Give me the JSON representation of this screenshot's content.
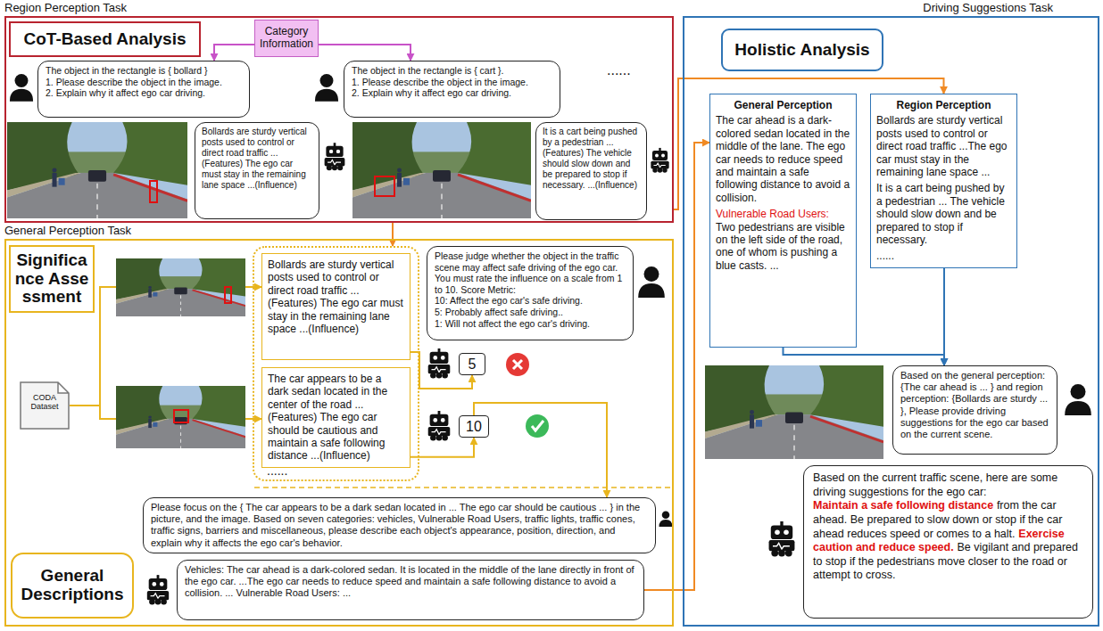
{
  "diagram": {
    "nodes": [
      {
        "text": [
          "Region Perception Task"
        ]
      },
      {
        "text": [
          "CoT-Based Analysis"
        ],
        "in": 0
      },
      {
        "text": [
          "Category Information"
        ],
        "in": 0
      },
      {
        "text": [
          "The object in the rectangle is { bollard }",
          "1. Please describe the object in the image.",
          "2. Explain why it affect ego car driving."
        ],
        "in": 0
      },
      {
        "text": [
          "The object in the rectangle is { cart }.",
          "1. Please describe the object in the image.",
          "2. Explain why it affect ego car driving."
        ],
        "in": 0
      },
      {
        "text": [
          "Bollards are sturdy vertical posts used to control or direct road traffic ...(Features) The ego car must stay in the remaining lane space ...(Influence)"
        ],
        "in": 0
      },
      {
        "text": [
          "It is a cart being pushed by a pedestrian ... (Features) The vehicle should slow down and be prepared to stop if necessary. ...(Influence)"
        ],
        "in": 0
      },
      {
        "text": [
          "General Perception Task"
        ]
      },
      {
        "text": [
          "Significance Assessment"
        ],
        "in": 7
      },
      {
        "text": [
          "CODA Dataset"
        ],
        "in": 7
      },
      {
        "text": [
          "......"
        ],
        "in": 7
      },
      {
        "text": [
          "Bollards are sturdy vertical posts used to control or direct road traffic ...(Features) The ego car must stay in the remaining lane space ...(Influence)"
        ],
        "in": 10
      },
      {
        "text": [
          "The car appears to be a dark sedan located in the center of the road ...(Features) The ego car should be cautious and maintain a safe following distance ...(Influence)"
        ],
        "in": 10
      },
      {
        "text": [
          "Please judge whether the object in the traffic scene may affect safe driving of the ego car. You must rate the influence on a scale from 1 to 10. Score Metric:",
          "10: Affect the ego car's safe driving.",
          "5: Probably affect safe driving..",
          "1: Will not affect the ego car's driving."
        ],
        "in": 7
      },
      {
        "text": [
          "5"
        ],
        "in": 7
      },
      {
        "text": [
          "10"
        ],
        "in": 7
      },
      {
        "text": [
          "General Descriptions"
        ],
        "in": 7
      },
      {
        "text": [
          "Please focus on the { The car appears to be a dark sedan located in ... The ego car should be cautious ... } in the picture, and the image. Based on seven categories: vehicles, Vulnerable Road Users, traffic lights, traffic cones, traffic signs, barriers and miscellaneous, please describe each object's appearance, position, direction, and explain why it affects the ego car's behavior."
        ],
        "in": 7
      },
      {
        "text": [
          "Vehicles: The car ahead is a dark-colored sedan. It is located in the middle of the lane directly in front of the ego car. ...The ego car needs to reduce speed and maintain a safe following distance to avoid a collision. ... Vulnerable Road Users: ..."
        ],
        "in": 7
      },
      {
        "text": [
          "Driving Suggestions Task"
        ]
      },
      {
        "text": [
          "Holistic Analysis"
        ],
        "in": 19
      },
      {
        "text": [
          "General Perception",
          "The car ahead is a dark-colored sedan located in the middle of the lane. The ego car needs to reduce speed and maintain a safe following distance to avoid a collision.",
          "Vulnerable Road Users:",
          "Two pedestrians are visible on the left side of the road, one of whom is pushing a blue casts. ..."
        ],
        "in": 19
      },
      {
        "text": [
          "Region Perception",
          "Bollards are sturdy vertical posts used to control or direct road traffic ...The ego car must stay in the remaining lane space ...",
          "It is a cart being pushed by a pedestrian ... The vehicle should slow down and be prepared to stop if necessary.",
          "......"
        ],
        "in": 19
      },
      {
        "text": [
          "Based on the general perception:{The car ahead is ... } and region perception: {Bollards are sturdy ... }, Please provide driving suggestions for the ego car based on the current scene."
        ],
        "in": 19
      },
      {
        "text": [
          "Based on the current traffic scene, here are some driving suggestions for the ego car:",
          "Maintain a safe following distance",
          "from the car ahead. Be prepared to slow down or stop if the car ahead reduces speed or comes to a halt.",
          "Exercise caution and reduce speed.",
          "Be vigilant and prepared to stop if the pedestrians move closer to the road or attempt to cross."
        ],
        "in": 19
      }
    ],
    "edges": [
      {
        "from": 2,
        "to": 3,
        "arrow": "to"
      },
      {
        "from": 2,
        "to": 4,
        "arrow": "to"
      },
      {
        "from": 0,
        "to": 10,
        "arrow": "to"
      },
      {
        "from": 0,
        "to": 22,
        "arrow": "to"
      },
      {
        "from": 9,
        "to": 11,
        "arrow": "to"
      },
      {
        "from": 9,
        "to": 12,
        "arrow": "to"
      },
      {
        "from": 11,
        "to": 14,
        "arrow": "to"
      },
      {
        "from": 12,
        "to": 15,
        "arrow": "to"
      },
      {
        "from": 15,
        "to": 17,
        "arrow": "to"
      },
      {
        "from": 18,
        "to": 21,
        "arrow": "to"
      },
      {
        "from": 21,
        "to": 23,
        "arrow": "to"
      },
      {
        "from": 22,
        "to": 23,
        "arrow": "to"
      }
    ],
    "labels": [
      "......"
    ]
  }
}
